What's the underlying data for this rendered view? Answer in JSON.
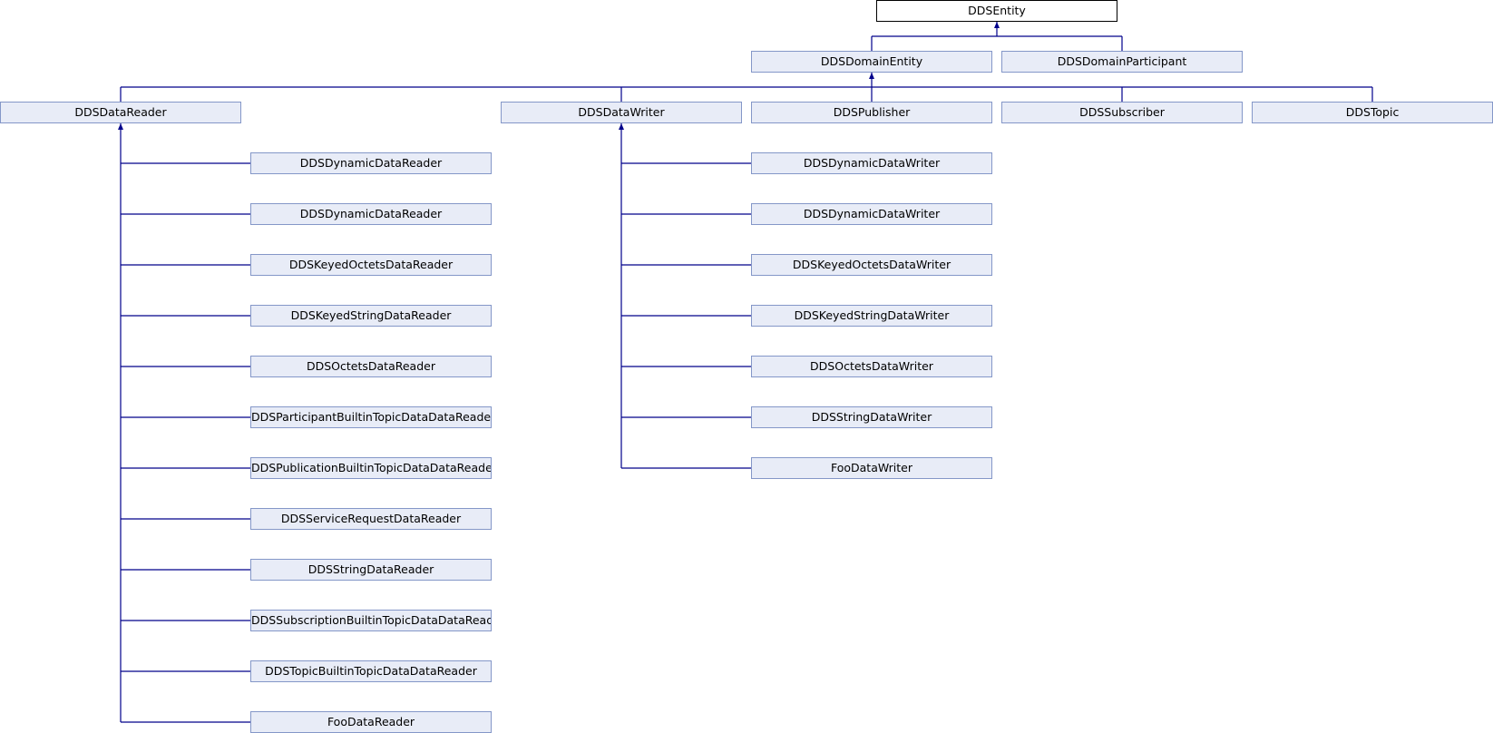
{
  "colors": {
    "edge": "#00008b",
    "node_fill": "#e8ecf7",
    "node_border": "#8497c8",
    "root_border": "#000000"
  },
  "nodes": {
    "entity": "DDSEntity",
    "domain_entity": "DDSDomainEntity",
    "domain_participant": "DDSDomainParticipant",
    "data_reader": "DDSDataReader",
    "data_writer": "DDSDataWriter",
    "publisher": "DDSPublisher",
    "subscriber": "DDSSubscriber",
    "topic": "DDSTopic",
    "readers": [
      "DDSDynamicDataReader",
      "DDSDynamicDataReader",
      "DDSKeyedOctetsDataReader",
      "DDSKeyedStringDataReader",
      "DDSOctetsDataReader",
      "DDSParticipantBuiltinTopicDataDataReader",
      "DDSPublicationBuiltinTopicDataDataReader",
      "DDSServiceRequestDataReader",
      "DDSStringDataReader",
      "DDSSubscriptionBuiltinTopicDataDataReader",
      "DDSTopicBuiltinTopicDataDataReader",
      "FooDataReader"
    ],
    "writers": [
      "DDSDynamicDataWriter",
      "DDSDynamicDataWriter",
      "DDSKeyedOctetsDataWriter",
      "DDSKeyedStringDataWriter",
      "DDSOctetsDataWriter",
      "DDSStringDataWriter",
      "FooDataWriter"
    ]
  }
}
